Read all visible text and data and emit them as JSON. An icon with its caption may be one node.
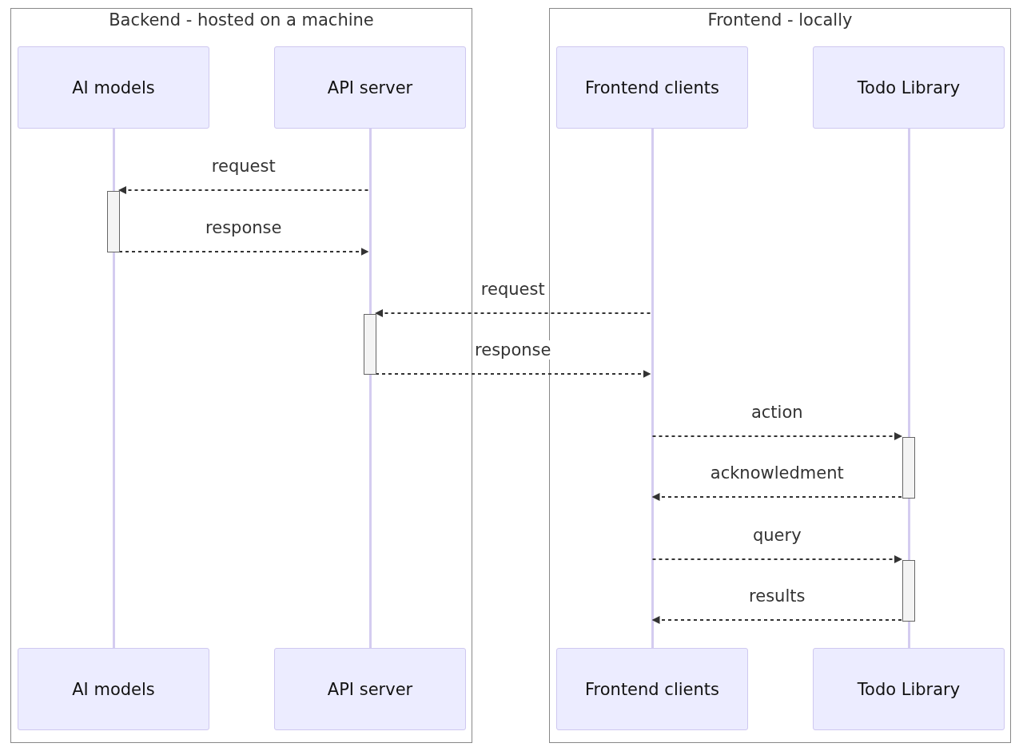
{
  "diagram": {
    "nodes": [
      {
        "text": [
          "Backend - hosted on a machine"
        ]
      },
      {
        "text": [
          "AI models"
        ],
        "in": 0
      },
      {
        "text": [
          "API server"
        ],
        "in": 0
      },
      {
        "text": [
          "Frontend - locally"
        ]
      },
      {
        "text": [
          "Frontend clients"
        ],
        "in": 3
      },
      {
        "text": [
          "Todo Library"
        ],
        "in": 3
      },
      {
        "text": [],
        "shape": "bar",
        "in": 0
      },
      {
        "text": [],
        "shape": "bar",
        "in": 0
      },
      {
        "text": [],
        "shape": "bar",
        "in": 3
      },
      {
        "text": [],
        "shape": "bar",
        "in": 3
      },
      {
        "text": [
          "AI models"
        ],
        "in": 0
      },
      {
        "text": [
          "API server"
        ],
        "in": 0
      },
      {
        "text": [
          "Frontend clients"
        ],
        "in": 3
      },
      {
        "text": [
          "Todo Library"
        ],
        "in": 3
      },
      {
        "text": [],
        "shape": "line",
        "in": 0
      },
      {
        "text": [],
        "shape": "line",
        "in": 0
      },
      {
        "text": [],
        "shape": "line",
        "in": 3
      },
      {
        "text": [],
        "shape": "line",
        "in": 3
      }
    ],
    "edges": [
      {
        "from": 15,
        "to": 6,
        "arrow": "to",
        "label": "request",
        "style": "dashed"
      },
      {
        "from": 6,
        "to": 15,
        "arrow": "to",
        "label": "response",
        "style": "dashed"
      },
      {
        "from": 16,
        "to": 7,
        "arrow": "to",
        "label": "request",
        "style": "dashed"
      },
      {
        "from": 7,
        "to": 16,
        "arrow": "to",
        "label": "response",
        "style": "dashed"
      },
      {
        "from": 16,
        "to": 8,
        "arrow": "to",
        "label": "action",
        "style": "dashed"
      },
      {
        "from": 8,
        "to": 16,
        "arrow": "to",
        "label": "acknowledment",
        "style": "dashed"
      },
      {
        "from": 16,
        "to": 9,
        "arrow": "to",
        "label": "query",
        "style": "dashed"
      },
      {
        "from": 9,
        "to": 16,
        "arrow": "to",
        "label": "results",
        "style": "dashed"
      }
    ]
  }
}
